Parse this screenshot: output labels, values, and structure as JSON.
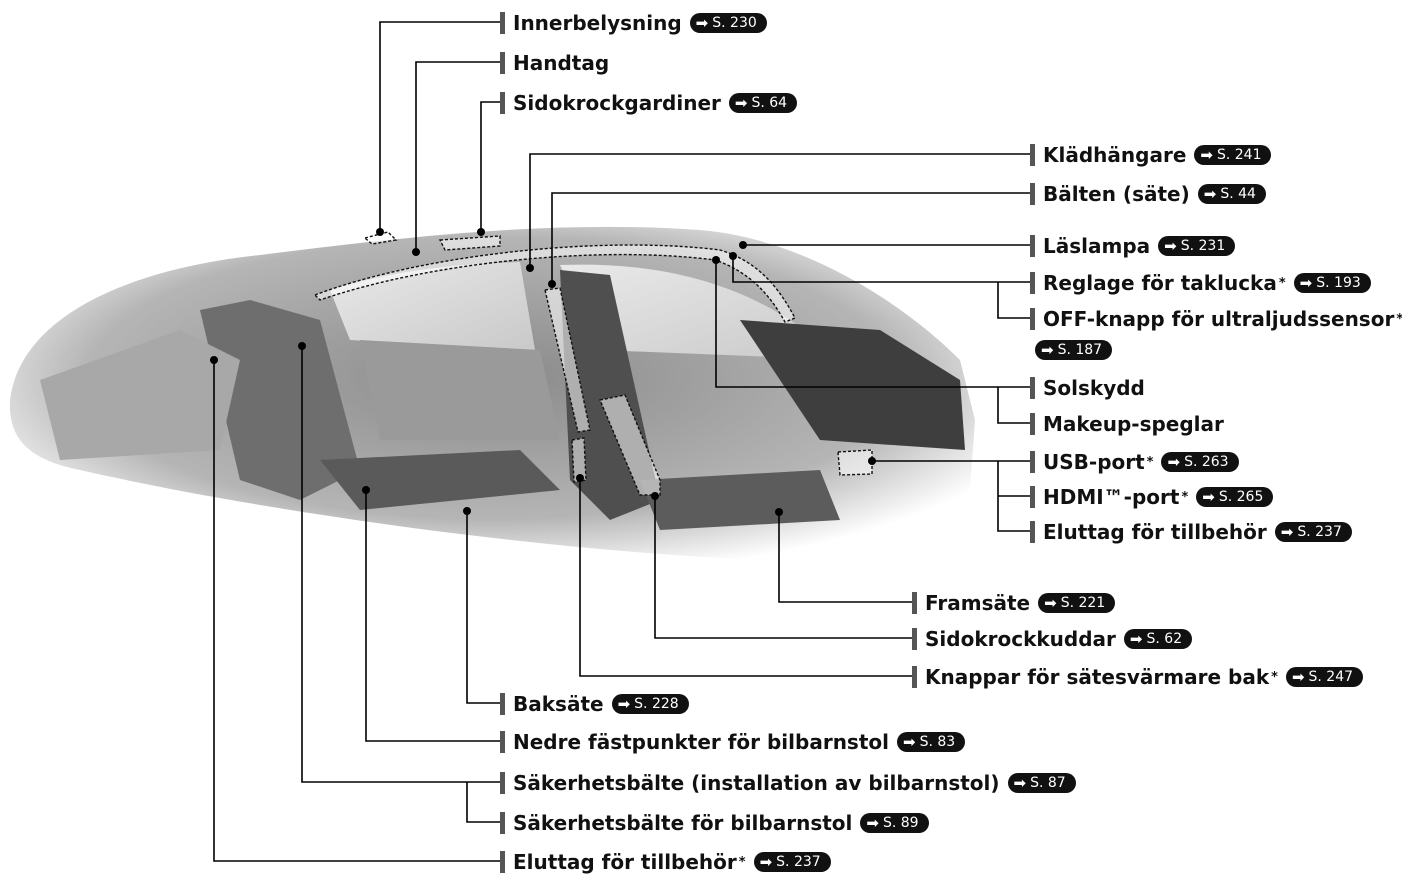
{
  "labels": [
    {
      "id": "interior-light",
      "text": "Innerbelysning",
      "ref": "S. 230",
      "star": false
    },
    {
      "id": "grab-handle",
      "text": "Handtag",
      "ref": "",
      "star": false
    },
    {
      "id": "side-curtain-airbags",
      "text": "Sidokrockgardiner",
      "ref": "S. 64",
      "star": false
    },
    {
      "id": "coat-hook",
      "text": "Klädhängare",
      "ref": "S. 241",
      "star": false
    },
    {
      "id": "seat-belts",
      "text": "Bälten (säte)",
      "ref": "S. 44",
      "star": false
    },
    {
      "id": "map-light",
      "text": "Läslampa",
      "ref": "S. 231",
      "star": false
    },
    {
      "id": "moonroof-switch",
      "text": "Reglage för taklucka",
      "ref": "S. 193",
      "star": true
    },
    {
      "id": "sensor-off-button",
      "text": "OFF-knapp för ultraljudssensor",
      "ref": "S. 187",
      "star": true
    },
    {
      "id": "sun-visor",
      "text": "Solskydd",
      "ref": "",
      "star": false
    },
    {
      "id": "vanity-mirror",
      "text": "Makeup-speglar",
      "ref": "",
      "star": false
    },
    {
      "id": "usb-port",
      "text": "USB-port",
      "ref": "S. 263",
      "star": true
    },
    {
      "id": "hdmi-port",
      "text": "HDMI™-port",
      "ref": "S. 265",
      "star": true
    },
    {
      "id": "accessory-outlet-front",
      "text": "Eluttag för tillbehör",
      "ref": "S. 237",
      "star": false
    },
    {
      "id": "front-seat",
      "text": "Framsäte",
      "ref": "S. 221",
      "star": false
    },
    {
      "id": "side-airbags",
      "text": "Sidokrockkuddar",
      "ref": "S. 62",
      "star": false
    },
    {
      "id": "rear-seat-heater",
      "text": "Knappar för sätesvärmare bak",
      "ref": "S. 247",
      "star": true
    },
    {
      "id": "rear-seat",
      "text": "Baksäte",
      "ref": "S. 228",
      "star": false
    },
    {
      "id": "lower-anchors",
      "text": "Nedre fästpunkter för bilbarnstol",
      "ref": "S. 83",
      "star": false
    },
    {
      "id": "belt-child-install",
      "text": "Säkerhetsbälte (installation av bilbarnstol)",
      "ref": "S. 87",
      "star": false
    },
    {
      "id": "belt-child-seat",
      "text": "Säkerhetsbälte för bilbarnstol",
      "ref": "S. 89",
      "star": false
    },
    {
      "id": "accessory-outlet-rear",
      "text": "Eluttag för tillbehör",
      "ref": "S. 237",
      "star": true
    }
  ]
}
